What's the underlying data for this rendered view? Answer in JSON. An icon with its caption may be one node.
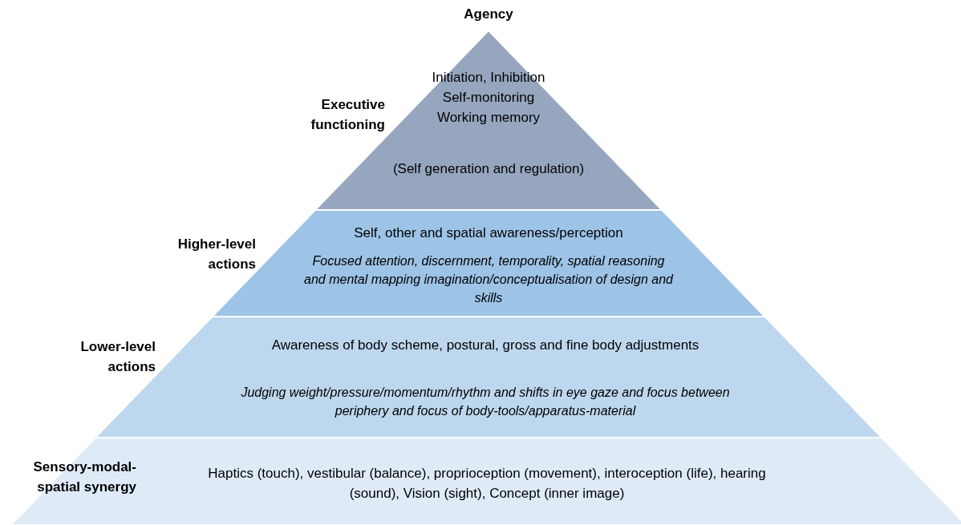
{
  "diagram": {
    "title": "Agency",
    "nodes": [
      {
        "text": [
          "Executive functioning",
          "Initiation, Inhibition Self-monitoring Working memory",
          "(Self generation and regulation)"
        ]
      },
      {
        "text": [
          "Higher-level actions",
          "Self, other and spatial awareness/perception",
          "Focused attention, discernment, temporality, spatial reasoning and mental mapping imagination/conceptualisation of design and skills"
        ]
      },
      {
        "text": [
          "Lower-level actions",
          "Awareness of body scheme, postural, gross and fine body adjustments",
          "Judging weight/pressure/momentum/rhythm and shifts in eye gaze and focus between periphery and focus of body-tools/apparatus-material"
        ]
      },
      {
        "text": [
          "Sensory-modal-spatial synergy",
          "Haptics (touch), vestibular (balance), proprioception (movement), interoception (life), hearing (sound), Vision (sight), Concept (inner image)"
        ]
      }
    ]
  }
}
